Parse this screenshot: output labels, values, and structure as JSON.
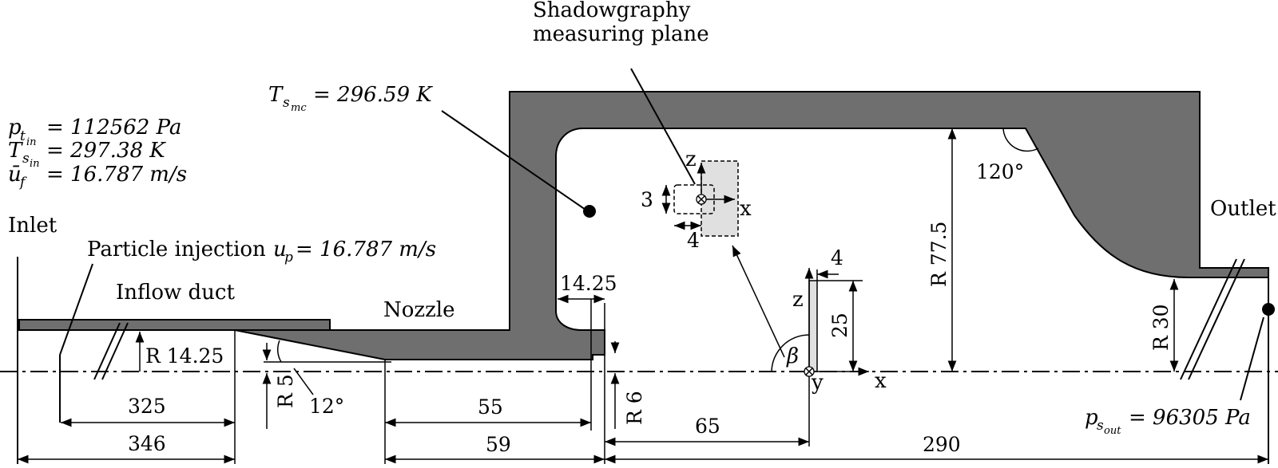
{
  "labels": {
    "shadow_plane_1": "Shadowgraphy",
    "shadow_plane_2": "measuring plane",
    "inlet": "Inlet",
    "outlet": "Outlet",
    "inflow_duct": "Inflow duct",
    "nozzle": "Nozzle",
    "particle_injection": "Particle injection"
  },
  "conditions": {
    "p_in": {
      "sym": "p",
      "sub": "t",
      "subsub": "in",
      "rhs": "= 112562 Pa"
    },
    "t_in": {
      "sym": "T",
      "sub": "s",
      "subsub": "in",
      "rhs": "= 297.38 K"
    },
    "u_f": {
      "sym": "ū",
      "sub": "f",
      "rhs": "= 16.787 m/s"
    },
    "t_mc": {
      "sym": "T",
      "sub": "s",
      "subsub": "mc",
      "rhs": "= 296.59 K"
    },
    "u_p": {
      "sym": "u",
      "sub": "p",
      "rhs": "= 16.787 m/s"
    },
    "p_out": {
      "sym": "p",
      "sub": "s",
      "subsub": "out",
      "rhs": "= 96305 Pa"
    }
  },
  "dimensions": {
    "d325": "325",
    "d346": "346",
    "r1425": "R 14.25",
    "r5": "R 5",
    "a12": "12°",
    "d55": "55",
    "d59": "59",
    "w1425": "14.25",
    "r6": "R 6",
    "d65": "65",
    "d290": "290",
    "r775": "R 77.5",
    "r30": "R 30",
    "a120": "120°",
    "d3": "3",
    "d4a": "4",
    "d4b": "4",
    "d25": "25"
  },
  "axes": {
    "z1": "z",
    "x1": "x",
    "z2": "z",
    "x2": "x",
    "y2": "y",
    "beta": "β"
  }
}
